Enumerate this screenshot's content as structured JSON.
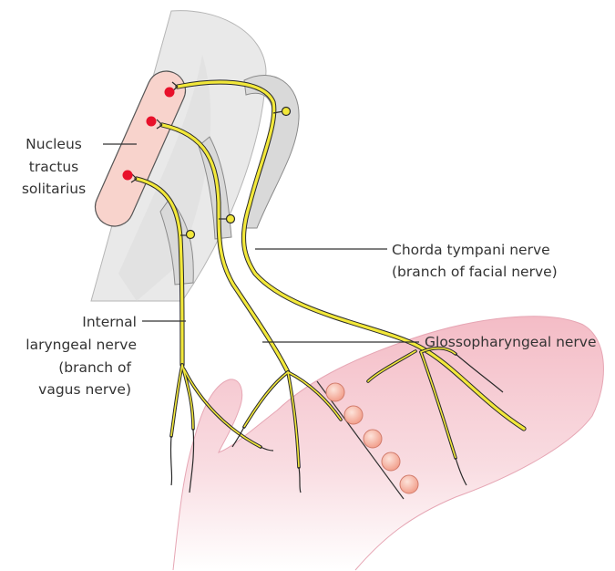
{
  "labels": {
    "nucleus": [
      "Nucleus",
      "tractus",
      "solitarius"
    ],
    "chorda": [
      "Chorda tympani nerve",
      "(branch of facial nerve)"
    ],
    "glosso": "Glossopharyngeal nerve",
    "laryngeal": [
      "Internal",
      "laryngeal nerve",
      "(branch of",
      "vagus nerve)"
    ]
  },
  "colors": {
    "nerve": "#f2e83a",
    "nerve_outline": "#2a2a2a",
    "synapse": "#e8102a",
    "tongue": "#f6c4cc",
    "nucleus_fill": "#f8d3cc",
    "brainstem": "#e9e9e9",
    "taste_bud": "#f4a894"
  }
}
